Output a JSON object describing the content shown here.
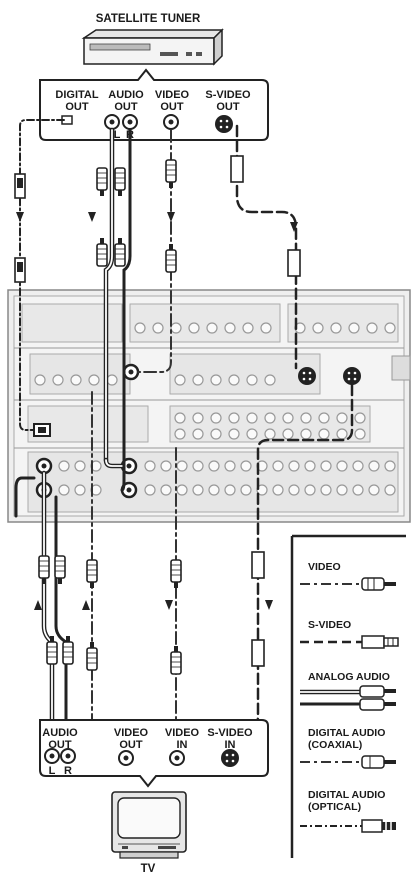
{
  "satellite": {
    "title": "SATELLITE TUNER",
    "ports": {
      "digital_out": [
        "DIGITAL",
        "OUT"
      ],
      "audio_out": [
        "AUDIO",
        "OUT"
      ],
      "video_out": [
        "VIDEO",
        "OUT"
      ],
      "svideo_out": [
        "S-VIDEO",
        "OUT"
      ],
      "left": "L",
      "right": "R"
    }
  },
  "tv": {
    "title": "TV",
    "ports": {
      "audio_out": [
        "AUDIO",
        "OUT"
      ],
      "video_out": [
        "VIDEO",
        "OUT"
      ],
      "video_in": [
        "VIDEO",
        "IN"
      ],
      "svideo_in": [
        "S-VIDEO",
        "IN"
      ],
      "left": "L",
      "right": "R"
    }
  },
  "legend": {
    "video": "VIDEO",
    "svideo": "S-VIDEO",
    "analog_audio": "ANALOG AUDIO",
    "digital_coax": [
      "DIGITAL AUDIO",
      "(COAXIAL)"
    ],
    "digital_optical": [
      "DIGITAL AUDIO",
      "(OPTICAL)"
    ]
  }
}
